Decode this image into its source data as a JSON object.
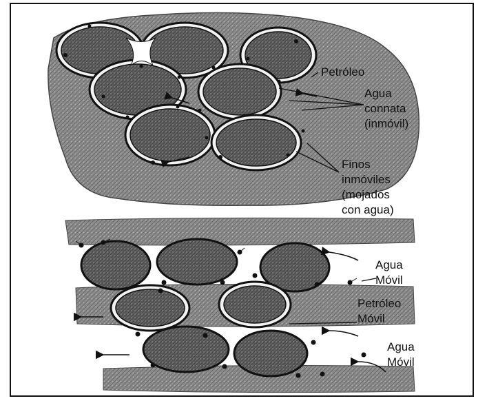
{
  "labels": {
    "petroleo": "Petróleo",
    "agua_connata": [
      "Agua",
      "connata",
      "(inmóvil)"
    ],
    "finos": [
      "Finos",
      "inmóviles",
      "(mojados",
      "con agua)"
    ],
    "agua_movil_1": [
      "Agua",
      "Móvil"
    ],
    "petroleo_movil": [
      "Petróleo",
      "Móvil"
    ],
    "agua_movil_2": [
      "Agua",
      "Móvil"
    ]
  },
  "colors": {
    "rock": "#8a8a8a",
    "grain": "#5a5a5a",
    "film": "#f2f2f2",
    "outline": "#111111"
  }
}
